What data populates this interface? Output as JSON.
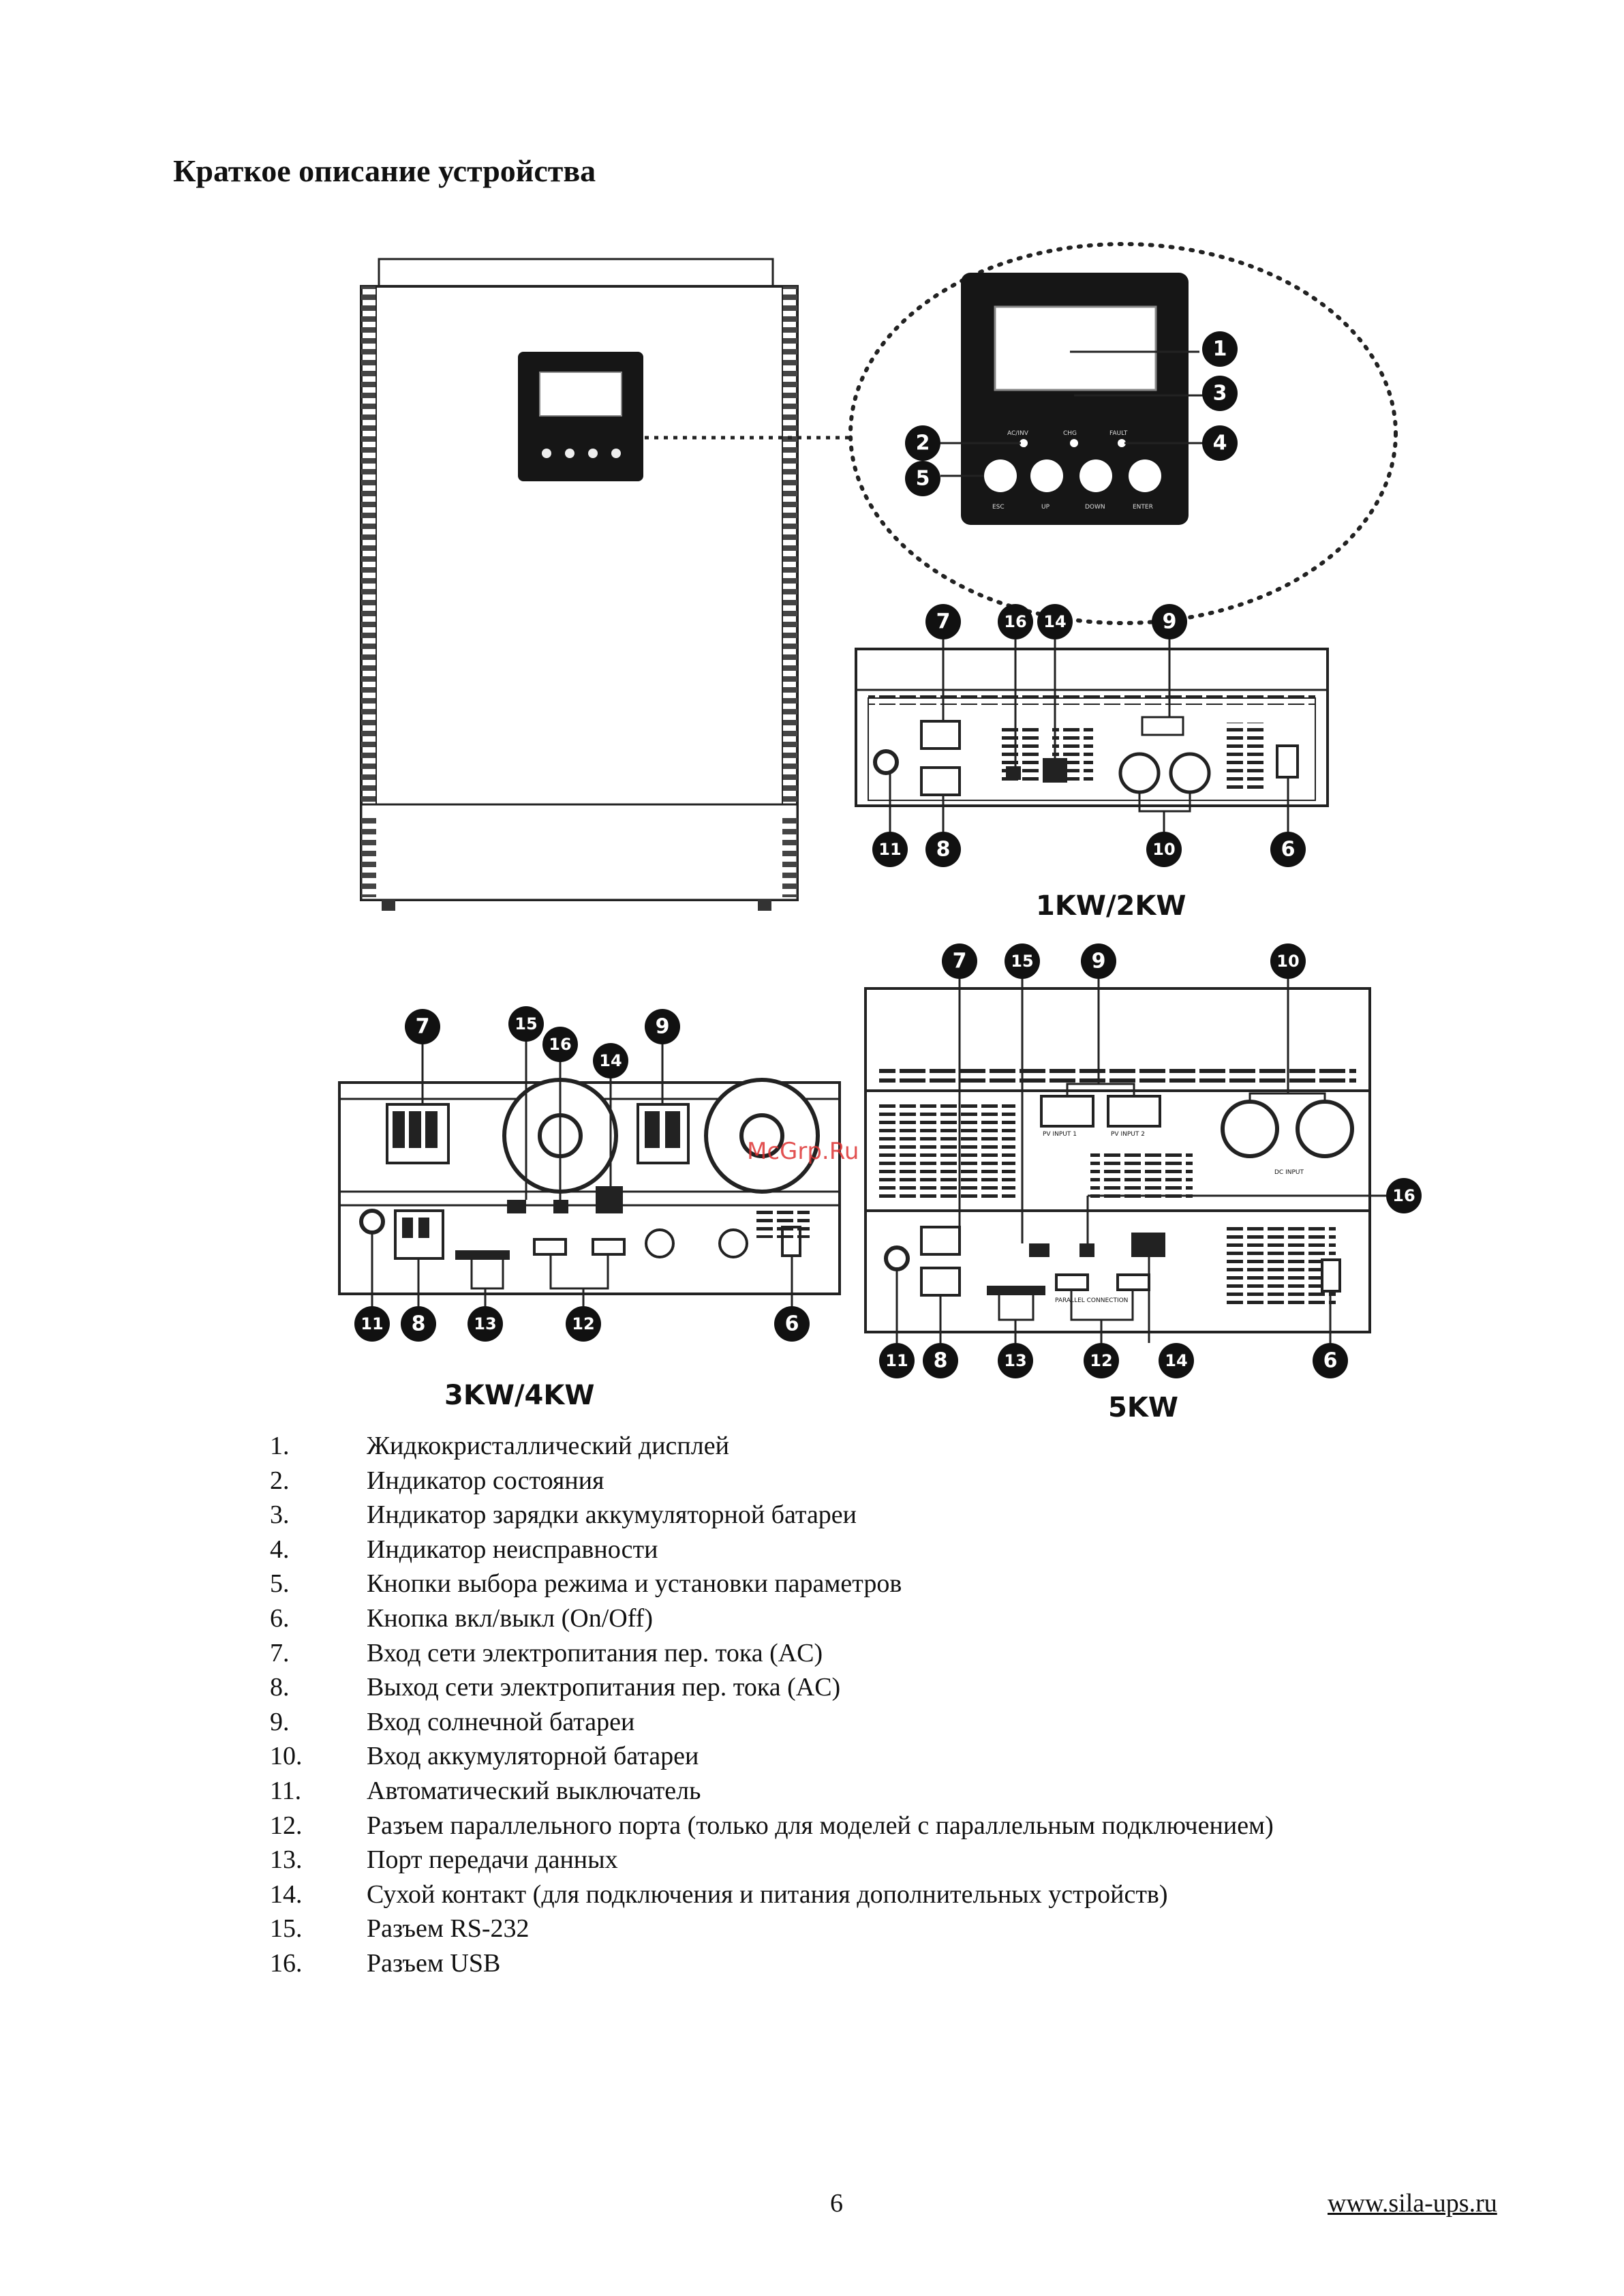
{
  "page": {
    "title": "Краткое описание устройства",
    "page_number": "6",
    "site": "www.sila-ups.ru"
  },
  "figure": {
    "model_labels": {
      "small": "1KW/2KW",
      "mid": "3KW/4KW",
      "large": "5KW"
    },
    "watermark": "McGrp.Ru",
    "panel_buttons": [
      "ESC",
      "UP",
      "DOWN",
      "ENTER"
    ],
    "panel_leds": [
      "AC/INV",
      "CHG",
      "FAULT"
    ],
    "port_texts": {
      "pv_input_1": "PV INPUT 1",
      "pv_input_2": "PV INPUT 2",
      "dc_input": "DC INPUT",
      "parallel": "PARALLEL CONNECTION"
    },
    "badges": [
      "1",
      "2",
      "3",
      "4",
      "5",
      "6",
      "7",
      "8",
      "9",
      "10",
      "11",
      "12",
      "13",
      "14",
      "15",
      "16"
    ]
  },
  "legend": [
    {
      "num": "1.",
      "text": "Жидкокристаллический дисплей"
    },
    {
      "num": "2.",
      "text": "Индикатор состояния"
    },
    {
      "num": "3.",
      "text": "Индикатор зарядки аккумуляторной батареи"
    },
    {
      "num": "4.",
      "text": "Индикатор неисправности"
    },
    {
      "num": "5.",
      "text": "Кнопки выбора режима и установки параметров"
    },
    {
      "num": "6.",
      "text": "Кнопка вкл/выкл (On/Off)"
    },
    {
      "num": "7.",
      "text": "Вход сети электропитания пер. тока (AC)"
    },
    {
      "num": "8.",
      "text": "Выход сети электропитания пер. тока (AC)"
    },
    {
      "num": "9.",
      "text": "Вход солнечной батареи"
    },
    {
      "num": "10.",
      "text": "Вход аккумуляторной батареи"
    },
    {
      "num": "11.",
      "text": "Автоматический выключатель"
    },
    {
      "num": "12.",
      "text": "Разъем параллельного порта (только для моделей с параллельным подключением)"
    },
    {
      "num": "13.",
      "text": "Порт передачи данных"
    },
    {
      "num": "14.",
      "text": "Сухой контакт (для подключения и питания дополнительных устройств)"
    },
    {
      "num": "15.",
      "text": "Разъем RS-232"
    },
    {
      "num": "16.",
      "text": "Разъем USB"
    }
  ]
}
